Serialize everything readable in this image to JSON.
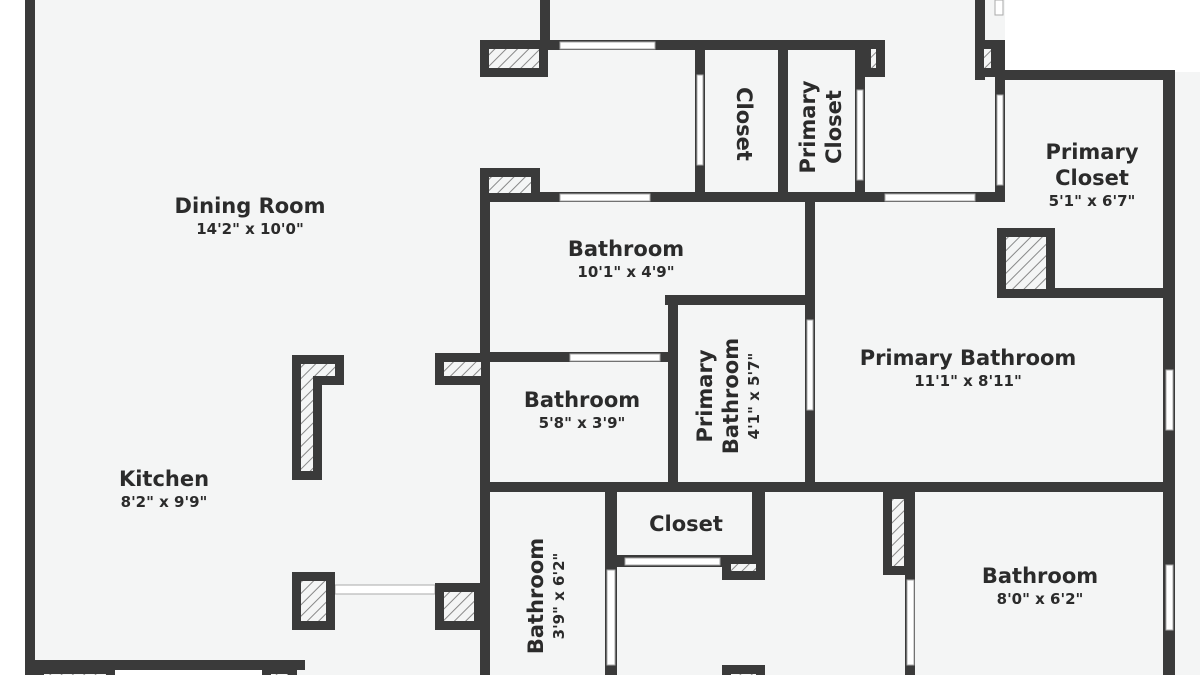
{
  "colors": {
    "wall": "#3a3a3a",
    "floor": "#f4f5f5",
    "window": "#ffffff",
    "text": "#2b2b2b"
  },
  "rooms": [
    {
      "name": "Dining Room",
      "dims": "14'2\" x 10'0\""
    },
    {
      "name": "Kitchen",
      "dims": "8'2\" x 9'9\""
    },
    {
      "name": "Closet"
    },
    {
      "name": "Primary Closet"
    },
    {
      "name": "Primary Closet",
      "dims": "5'1\" x 6'7\""
    },
    {
      "name": "Bathroom",
      "dims": "10'1\" x 4'9\""
    },
    {
      "name": "Bathroom",
      "dims": "5'8\" x 3'9\""
    },
    {
      "name": "Primary Bathroom",
      "dims": "4'1\" x 5'7\""
    },
    {
      "name": "Primary Bathroom",
      "dims": "11'1\" x 8'11\""
    },
    {
      "name": "Closet"
    },
    {
      "name": "Bathroom",
      "dims": "3'9\" x 6'2\""
    },
    {
      "name": "Bathroom",
      "dims": "8'0\" x 6'2\""
    }
  ]
}
